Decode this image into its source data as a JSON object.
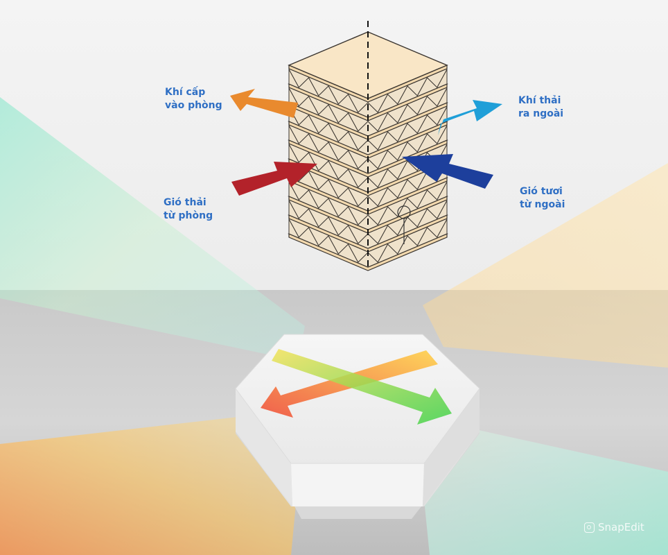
{
  "diagram": {
    "labels": {
      "supply_air": {
        "line1": "Khí cấp",
        "line2": "vào phòng"
      },
      "exhaust_out": {
        "line1": "Khí thải",
        "line2": "ra ngoài"
      },
      "exhaust_room": {
        "line1": "Gió thải",
        "line2": "từ phòng"
      },
      "fresh_air": {
        "line1": "Gió tươi",
        "line2": "từ ngoài"
      }
    },
    "layer_count": 10,
    "colors": {
      "supply_arrow": "#e98a2e",
      "exhaust_out_arrow": "#1f9fd8",
      "exhaust_room_arrow": "#b3222a",
      "fresh_arrow": "#1d3f9c",
      "label_text": "#2f6fc4",
      "plate_fill": "#f9e6c6",
      "plate_stroke": "#3a3530",
      "warm_arrow": "#f0503a",
      "cool_arrow": "#3fd24a"
    }
  },
  "watermark": {
    "text": "SnapEdit",
    "icon": "snapedit-logo-icon"
  }
}
